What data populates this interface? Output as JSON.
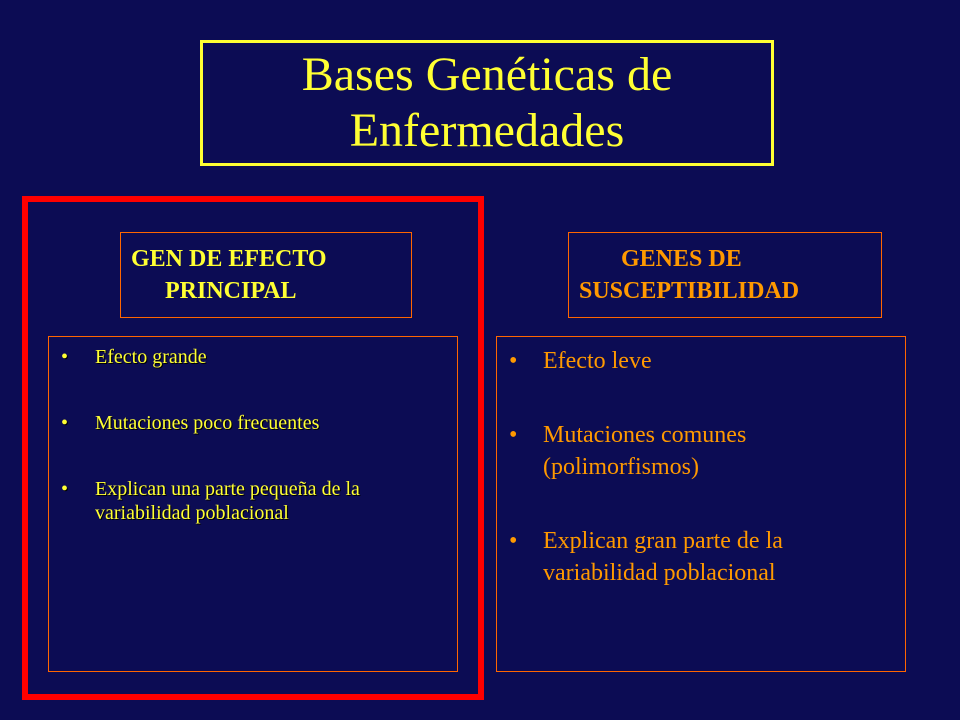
{
  "title": "Bases Genéticas de Enfermedades",
  "left": {
    "label_line1": "GEN DE EFECTO",
    "label_line2": "PRINCIPAL",
    "items": [
      "Efecto grande",
      "Mutaciones poco frecuentes",
      "Explican una parte pequeña de la variabilidad poblacional"
    ]
  },
  "right": {
    "label_line1": "GENES DE",
    "label_line2": "SUSCEPTIBILIDAD",
    "items": [
      "Efecto leve",
      "Mutaciones comunes (polimorfismos)",
      "Explican gran parte de la variabilidad poblacional"
    ]
  },
  "bullet_glyph": "•",
  "colors": {
    "background": "#0c0c54",
    "title": "#ffff33",
    "left_text": "#ffff33",
    "right_text": "#ff9900",
    "highlight_frame": "#ff0000",
    "box_border": "#ff6600"
  }
}
